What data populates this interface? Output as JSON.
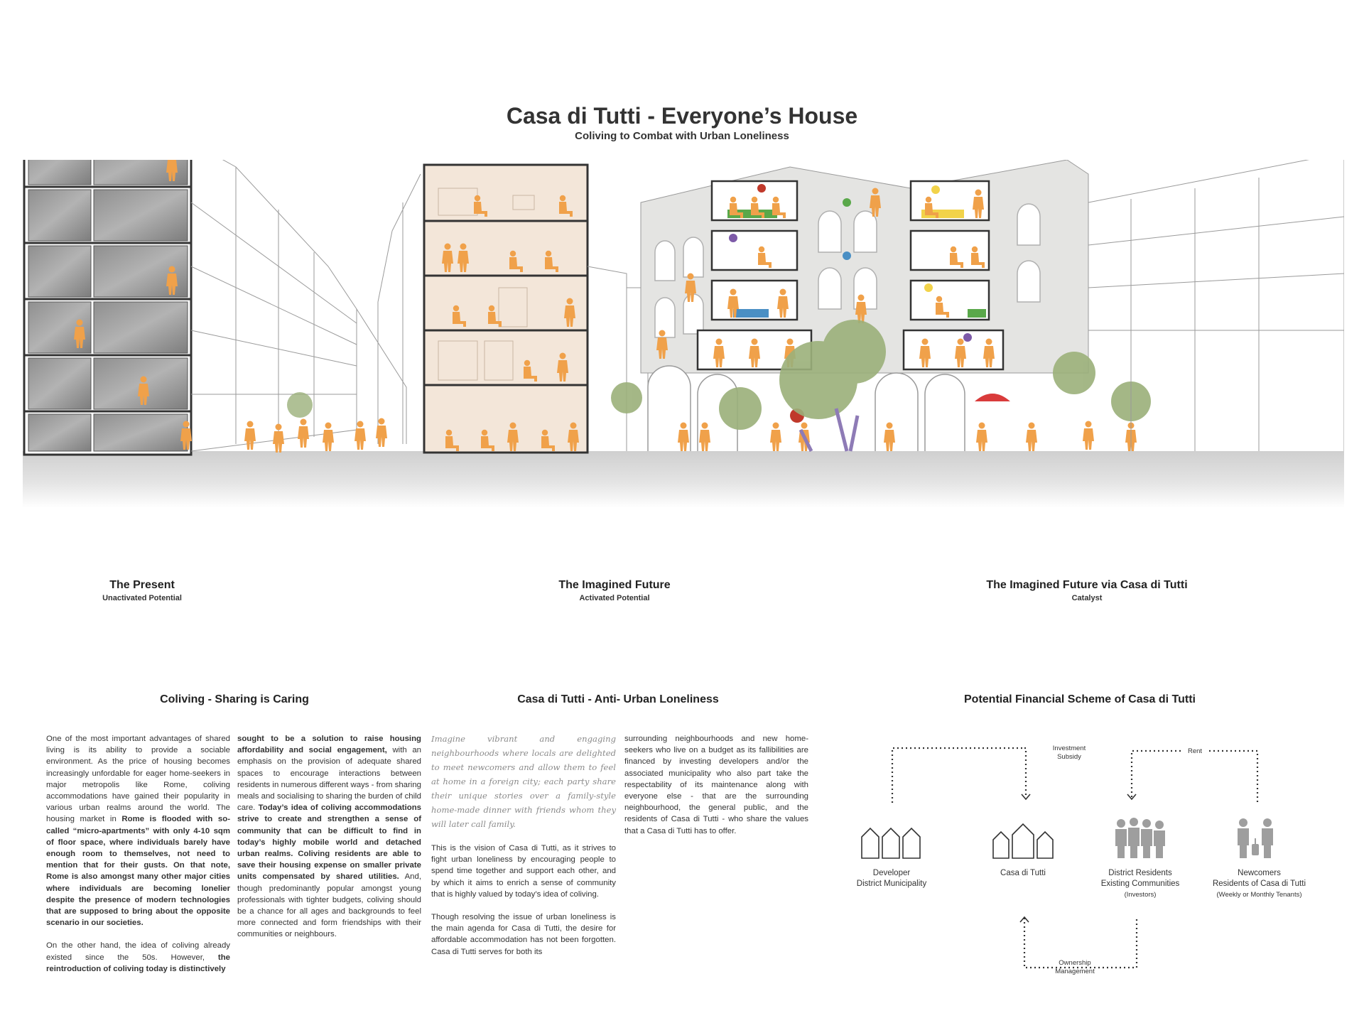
{
  "header": {
    "title": "Casa di Tutti - Everyone’s House",
    "subtitle": "Coliving to Combat with Urban Loneliness"
  },
  "scenes": [
    {
      "title": "The Present",
      "subtitle": "Unactivated Potential"
    },
    {
      "title": "The Imagined Future",
      "subtitle": "Activated Potential"
    },
    {
      "title": "The Imagined Future via Casa di Tutti",
      "subtitle": "Catalyst"
    }
  ],
  "colors": {
    "figure": "#f0a14a",
    "ground": "#dcdcdc",
    "concrete": "#e4e4e2",
    "tree": "#9bb07a",
    "wood": "#f3e6d9"
  },
  "sections": {
    "coliving": {
      "title": "Coliving - Sharing is Caring",
      "col1": [
        [
          {
            "t": "One of the most important advantages of shared living is its ability to provide a sociable environment. As the price of housing becomes increasingly unfordable for eager home-seekers in major metropolis like Rome, coliving accommodations have gained their popularity in various urban realms around the world. The housing market in "
          },
          {
            "t": "Rome is flooded with so-called “micro-apartments” with only 4-10 sqm of floor space, where individuals barely have enough room to themselves, not need to mention that for their gusts. On that note, Rome is also amongst many other major cities where individuals are becoming lonelier despite the presence of modern technologies that are supposed to bring about the opposite scenario in our societies.",
            "b": true
          }
        ],
        [
          {
            "t": "On the other hand, the idea of coliving already existed since the 50s. However, "
          },
          {
            "t": "the reintroduction of coliving today is distinctively",
            "b": true
          }
        ]
      ],
      "col2": [
        [
          {
            "t": "sought to be a solution to raise housing affordability and social engagement,",
            "b": true
          },
          {
            "t": " with an emphasis on the provision of adequate shared spaces to encourage interactions between residents in numerous different ways - from sharing meals and socialising to sharing the burden of child care. "
          },
          {
            "t": "Today’s idea of coliving accommodations strive to create and strengthen a sense of community that can be difficult to find in today’s highly mobile world and detached urban realms. Coliving residents are able to save their housing expense on smaller private units compensated by shared utilities.",
            "b": true
          },
          {
            "t": " And, though predominantly popular amongst young professionals with tighter budgets, coliving should be a chance for all ages and backgrounds to feel more connected and form friendships with their communities or neighbours."
          }
        ]
      ]
    },
    "anti": {
      "title": "Casa di Tutti - Anti- Urban Loneliness",
      "script": "Imagine vibrant and engaging neighbourhoods where locals are delighted to meet newcomers and allow them to feel at home in a foreign city; each party share their unique stories over a family-style home-made dinner with friends whom they will later call family.",
      "p2": "This is the vision of Casa di Tutti, as it strives to fight urban loneliness by encouraging people to spend time together and support each other, and by which it aims to enrich a sense of community that is highly valued by today’s idea of coliving.",
      "p3": "Though resolving the issue of urban loneliness is the main agenda for Casa di Tutti, the desire for affordable accommodation has not been forgotten. Casa di Tutti serves for both its",
      "col2": "surrounding neighbourhoods and new home-seekers who live on a budget as its fallibilities are financed by investing developers and/or the associated municipality who also part take the respectability of its maintenance along with everyone else - that are the surrounding neighbourhood, the general public, and the residents of Casa di Tutti - who share the values that a Casa di Tutti has to offer."
    },
    "scheme": {
      "title": "Potential Financial Scheme of Casa di Tutti",
      "flow1": [
        "Investment",
        "Subsidy"
      ],
      "flow2": "Rent",
      "flow3": [
        "Ownership",
        "Management"
      ],
      "nodes": [
        {
          "l1": "Developer",
          "l2": "District Municipality",
          "l3": ""
        },
        {
          "l1": "Casa di Tutti",
          "l2": "",
          "l3": ""
        },
        {
          "l1": "District Residents",
          "l2": "Existing Communities",
          "l3": "(Investors)"
        },
        {
          "l1": "Newcomers",
          "l2": "Residents of Casa di Tutti",
          "l3": "(Weekly or Monthly Tenants)"
        }
      ]
    }
  }
}
